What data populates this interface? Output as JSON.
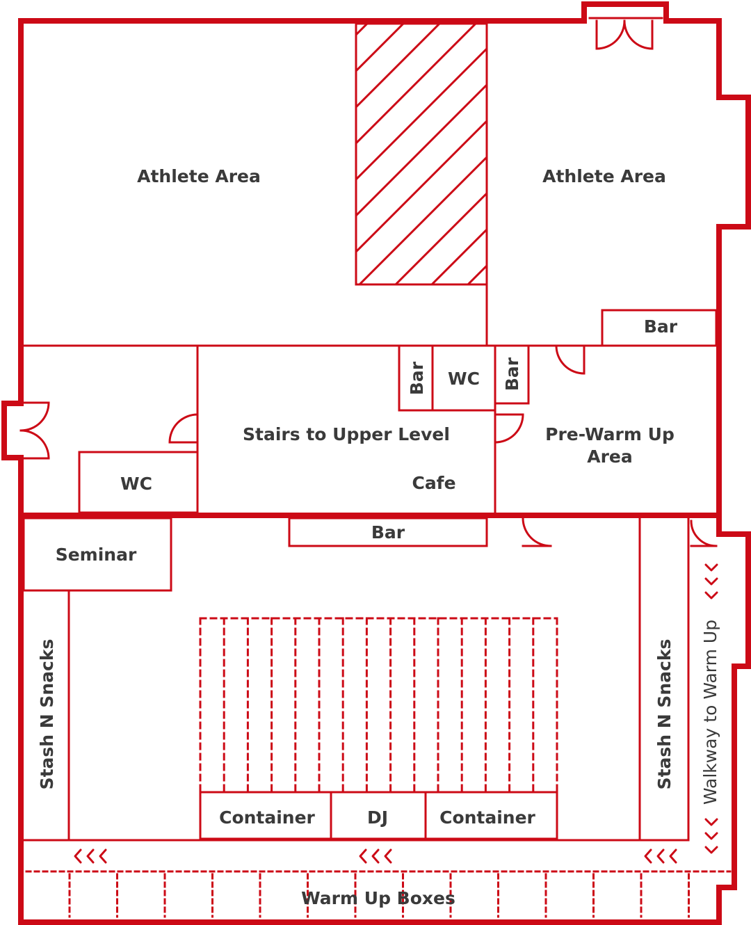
{
  "colors": {
    "wall": "#cc0a16",
    "text": "#3a3a3a",
    "background": "#ffffff"
  },
  "labels": {
    "athlete_area_left": "Athlete Area",
    "athlete_area_right": "Athlete Area",
    "bar_top_right": "Bar",
    "bar_vertical_left": "Bar",
    "wc_middle": "WC",
    "bar_vertical_right": "Bar",
    "stairs": "Stairs to Upper Level",
    "cafe": "Cafe",
    "pre_warm_up_line1": "Pre-Warm Up",
    "pre_warm_up_line2": "Area",
    "wc_left": "WC",
    "seminar": "Seminar",
    "bar_lower": "Bar",
    "stash_left": "Stash N Snacks",
    "stash_right": "Stash N Snacks",
    "walkway": "Walkway to Warm Up",
    "container_left": "Container",
    "dj": "DJ",
    "container_right": "Container",
    "warm_up_boxes": "Warm Up Boxes"
  },
  "icons": {
    "arrow_group": "chevron-left-icon",
    "walkway_arrows": "chevron-down-icon",
    "door": "door-swing-icon",
    "hatch": "hatched-area"
  }
}
